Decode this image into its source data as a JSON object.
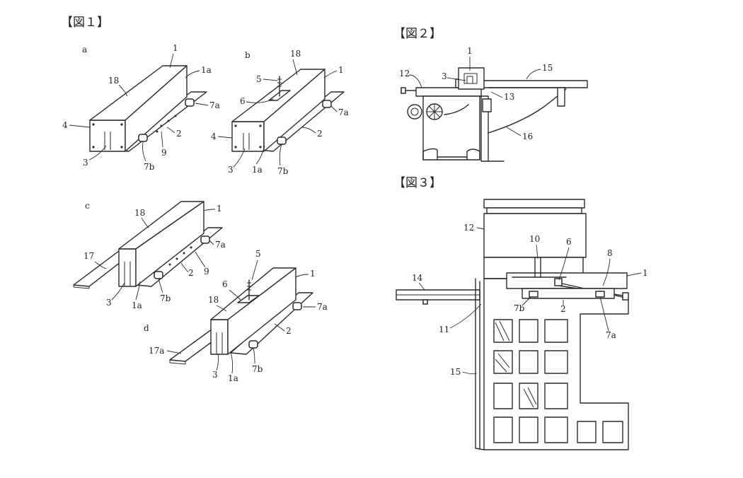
{
  "figures": {
    "fig1": {
      "title": "【図１】",
      "panel_a": {
        "letter": "a",
        "labels": {
          "l1": "1",
          "l1a": "1a",
          "l18": "18",
          "l4": "4",
          "l3": "3",
          "l7a": "7a",
          "l2": "2",
          "l9": "9",
          "l7b": "7b"
        }
      },
      "panel_b": {
        "letter": "b",
        "labels": {
          "l18": "18",
          "l1": "1",
          "l5": "5",
          "l6": "6",
          "l7a": "7a",
          "l4": "4",
          "l2": "2",
          "l3": "3",
          "l1a": "1a",
          "l7b": "7b"
        }
      },
      "panel_c": {
        "letter": "c",
        "labels": {
          "l18": "18",
          "l1": "1",
          "l17": "17",
          "l7a": "7a",
          "l2": "2",
          "l9": "9",
          "l3": "3",
          "l1a": "1a",
          "l7b": "7b"
        }
      },
      "panel_d": {
        "letter": "d",
        "labels": {
          "l5": "5",
          "l1": "1",
          "l6": "6",
          "l18": "18",
          "l7a": "7a",
          "l2": "2",
          "l17a": "17a",
          "l3": "3",
          "l1a": "1a",
          "l7b": "7b"
        }
      }
    },
    "fig2": {
      "title": "【図２】",
      "labels": {
        "l1": "1",
        "l12": "12",
        "l3": "3",
        "l15": "15",
        "l13": "13",
        "l16": "16"
      }
    },
    "fig3": {
      "title": "【図３】",
      "labels": {
        "l12": "12",
        "l10": "10",
        "l6": "6",
        "l8": "8",
        "l1": "1",
        "l14": "14",
        "l7b": "7b",
        "l2": "2",
        "l7a": "7a",
        "l11": "11",
        "l15": "15"
      }
    }
  }
}
